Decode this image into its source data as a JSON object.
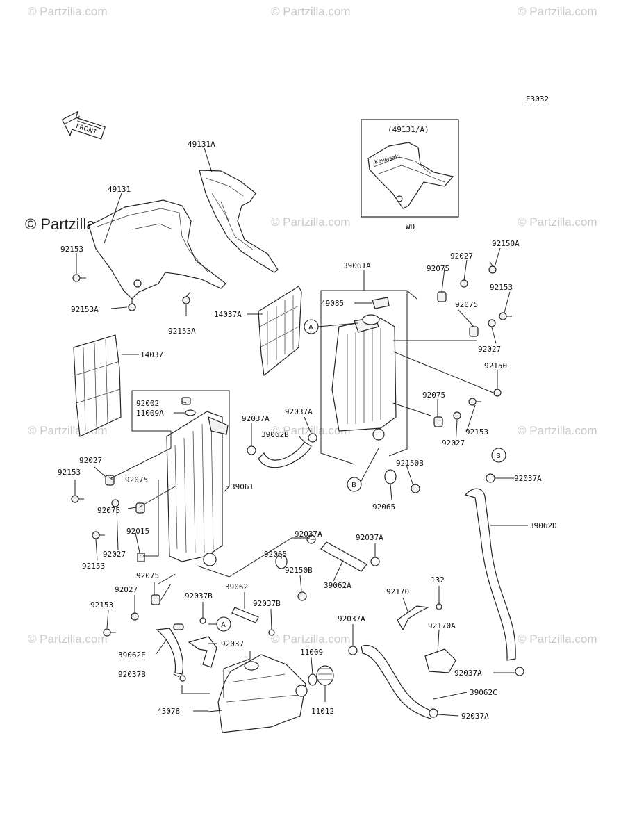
{
  "diagram_code": "E3032",
  "front_label": "FRONT",
  "watermark": "© Partzilla.com",
  "inset": {
    "title": "(49131/A)",
    "caption": "WD",
    "brand": "Kawasaki"
  },
  "callout_a": "A",
  "callout_b": "B",
  "labels": {
    "l_49131a": "49131A",
    "l_49131": "49131",
    "l_92153_top": "92153",
    "l_92153a_1": "92153A",
    "l_92153a_2": "92153A",
    "l_14037a": "14037A",
    "l_14037": "14037",
    "l_39061a": "39061A",
    "l_49085": "49085",
    "l_92027_a": "92027",
    "l_92150a": "92150A",
    "l_92075_a": "92075",
    "l_92153_b": "92153",
    "l_92075_b": "92075",
    "l_92027_b": "92027",
    "l_92150": "92150",
    "l_92002": "92002",
    "l_11009a": "11009A",
    "l_92037a_1": "92037A",
    "l_92037a_2": "92037A",
    "l_39062b": "39062B",
    "l_92075_c": "92075",
    "l_92153_c": "92153",
    "l_92027_c": "92027",
    "l_92150b_1": "92150B",
    "l_92065_1": "92065",
    "l_92037a_3": "92037A",
    "l_92027_d": "92027",
    "l_92153_d": "92153",
    "l_92075_d": "92075",
    "l_92075_e": "92075",
    "l_39061": "39061",
    "l_92015": "92015",
    "l_92027_e": "92027",
    "l_92153_e": "92153",
    "l_39062d": "39062D",
    "l_92037a_4": "92037A",
    "l_92065_2": "92065",
    "l_92037a_5": "92037A",
    "l_92150b_2": "92150B",
    "l_39062a": "39062A",
    "l_92075_f": "92075",
    "l_92027_f": "92027",
    "l_92153_f": "92153",
    "l_92037b_1": "92037B",
    "l_39062": "39062",
    "l_92037b_2": "92037B",
    "l_92170": "92170",
    "l_132": "132",
    "l_92037a_6": "92037A",
    "l_92170a": "92170A",
    "l_92037": "92037",
    "l_39062e": "39062E",
    "l_11009": "11009",
    "l_92037b_3": "92037B",
    "l_39062c": "39062C",
    "l_92037a_7": "92037A",
    "l_43078": "43078",
    "l_11012": "11012",
    "l_92037a_8": "92037A"
  }
}
